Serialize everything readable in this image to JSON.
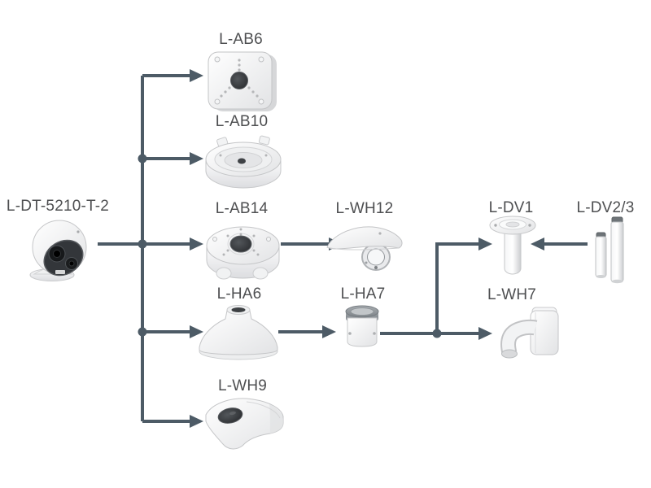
{
  "diagram": {
    "title": "Camera mounting accessory compatibility diagram",
    "colors": {
      "connector": "#4d5b66",
      "label_text": "#4e4f51",
      "background": "#ffffff"
    },
    "nodes": {
      "camera": {
        "label": "L-DT-5210-T-2",
        "type": "thermal-turret-camera"
      },
      "ab6": {
        "label": "L-AB6",
        "type": "square-junction-box"
      },
      "ab10": {
        "label": "L-AB10",
        "type": "round-junction-box-low"
      },
      "ab14": {
        "label": "L-AB14",
        "type": "round-junction-box"
      },
      "wh12": {
        "label": "L-WH12",
        "type": "weather-shield"
      },
      "ha6": {
        "label": "L-HA6",
        "type": "pendant-bell-adapter"
      },
      "ha7": {
        "label": "L-HA7",
        "type": "pole-adapter"
      },
      "wh9": {
        "label": "L-WH9",
        "type": "curved-wall-mount"
      },
      "dv1": {
        "label": "L-DV1",
        "type": "ceiling-pendant-mount"
      },
      "dv23": {
        "label": "L-DV2/3",
        "type": "extension-poles"
      },
      "wh7": {
        "label": "L-WH7",
        "type": "elbow-wall-mount"
      }
    },
    "edges": [
      {
        "from": "L-DT-5210-T-2",
        "to": "L-AB6"
      },
      {
        "from": "L-DT-5210-T-2",
        "to": "L-AB10"
      },
      {
        "from": "L-DT-5210-T-2",
        "to": "L-AB14"
      },
      {
        "from": "L-DT-5210-T-2",
        "to": "L-HA6"
      },
      {
        "from": "L-DT-5210-T-2",
        "to": "L-WH9"
      },
      {
        "from": "L-AB14",
        "to": "L-WH12"
      },
      {
        "from": "L-HA6",
        "to": "L-HA7"
      },
      {
        "from": "L-HA7",
        "to": "L-DV1"
      },
      {
        "from": "L-HA7",
        "to": "L-WH7"
      },
      {
        "from": "L-DV2/3",
        "to": "L-DV1"
      }
    ]
  }
}
